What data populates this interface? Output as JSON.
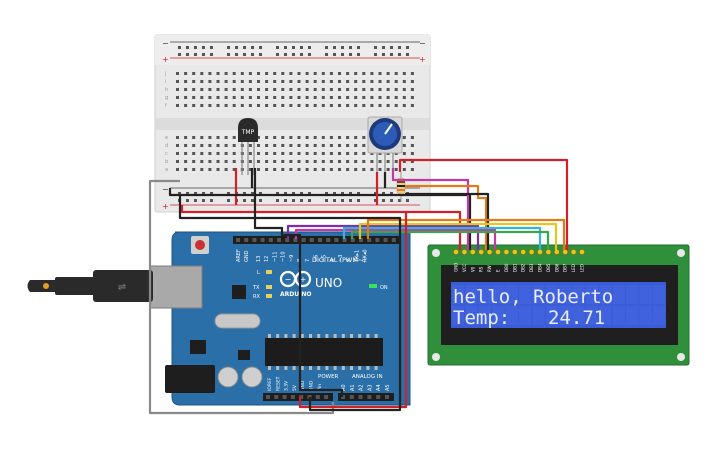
{
  "breadboard": {
    "rail_plus": "+",
    "rail_minus": "−",
    "row_letters_top": [
      "j",
      "i",
      "h",
      "g",
      "f"
    ],
    "row_letters_bottom": [
      "e",
      "d",
      "c",
      "b",
      "a"
    ],
    "column_count": 30
  },
  "sensor": {
    "label": "TMP"
  },
  "arduino": {
    "brand": "ARDUINO",
    "model": "UNO",
    "digital_label": "DIGITAL (PWM~)",
    "power_label": "POWER",
    "analog_label": "ANALOG IN",
    "on_label": "ON",
    "led_l": "L",
    "led_tx": "TX",
    "led_rx": "RX",
    "aref": "AREF",
    "gnd": "GND",
    "digital_pins": [
      "13",
      "12",
      "~11",
      "~10",
      "~9",
      "8",
      "7",
      "~6",
      "~5",
      "4",
      "~3",
      "2",
      "TX▸1",
      "RX◂0"
    ],
    "power_pins": [
      "IOREF",
      "RESET",
      "3.3V",
      "5V",
      "GND",
      "GND",
      "Vin"
    ],
    "analog_pins": [
      "A0",
      "A1",
      "A2",
      "A3",
      "A4",
      "A5"
    ]
  },
  "lcd": {
    "line1": "hello, Roberto",
    "line2_label": "Temp:",
    "line2_value": "24.71",
    "pin_labels": [
      "GND",
      "VCC",
      "V0",
      "RS",
      "RW",
      "E",
      "DB0",
      "DB1",
      "DB2",
      "DB3",
      "DB4",
      "DB5",
      "DB6",
      "DB7",
      "LED",
      "LED"
    ],
    "backlight_color": "#3b5bd9",
    "pcb_color": "#2f8f3a"
  },
  "wire_colors": {
    "red": "#d0202a",
    "black": "#222222",
    "purple": "#7a2fa8",
    "magenta": "#c03aa0",
    "orange": "#e07b1c",
    "yellow": "#e8c51a",
    "green": "#3aa84a",
    "cyan": "#2fb6d8",
    "gray": "#8a8a8a"
  }
}
